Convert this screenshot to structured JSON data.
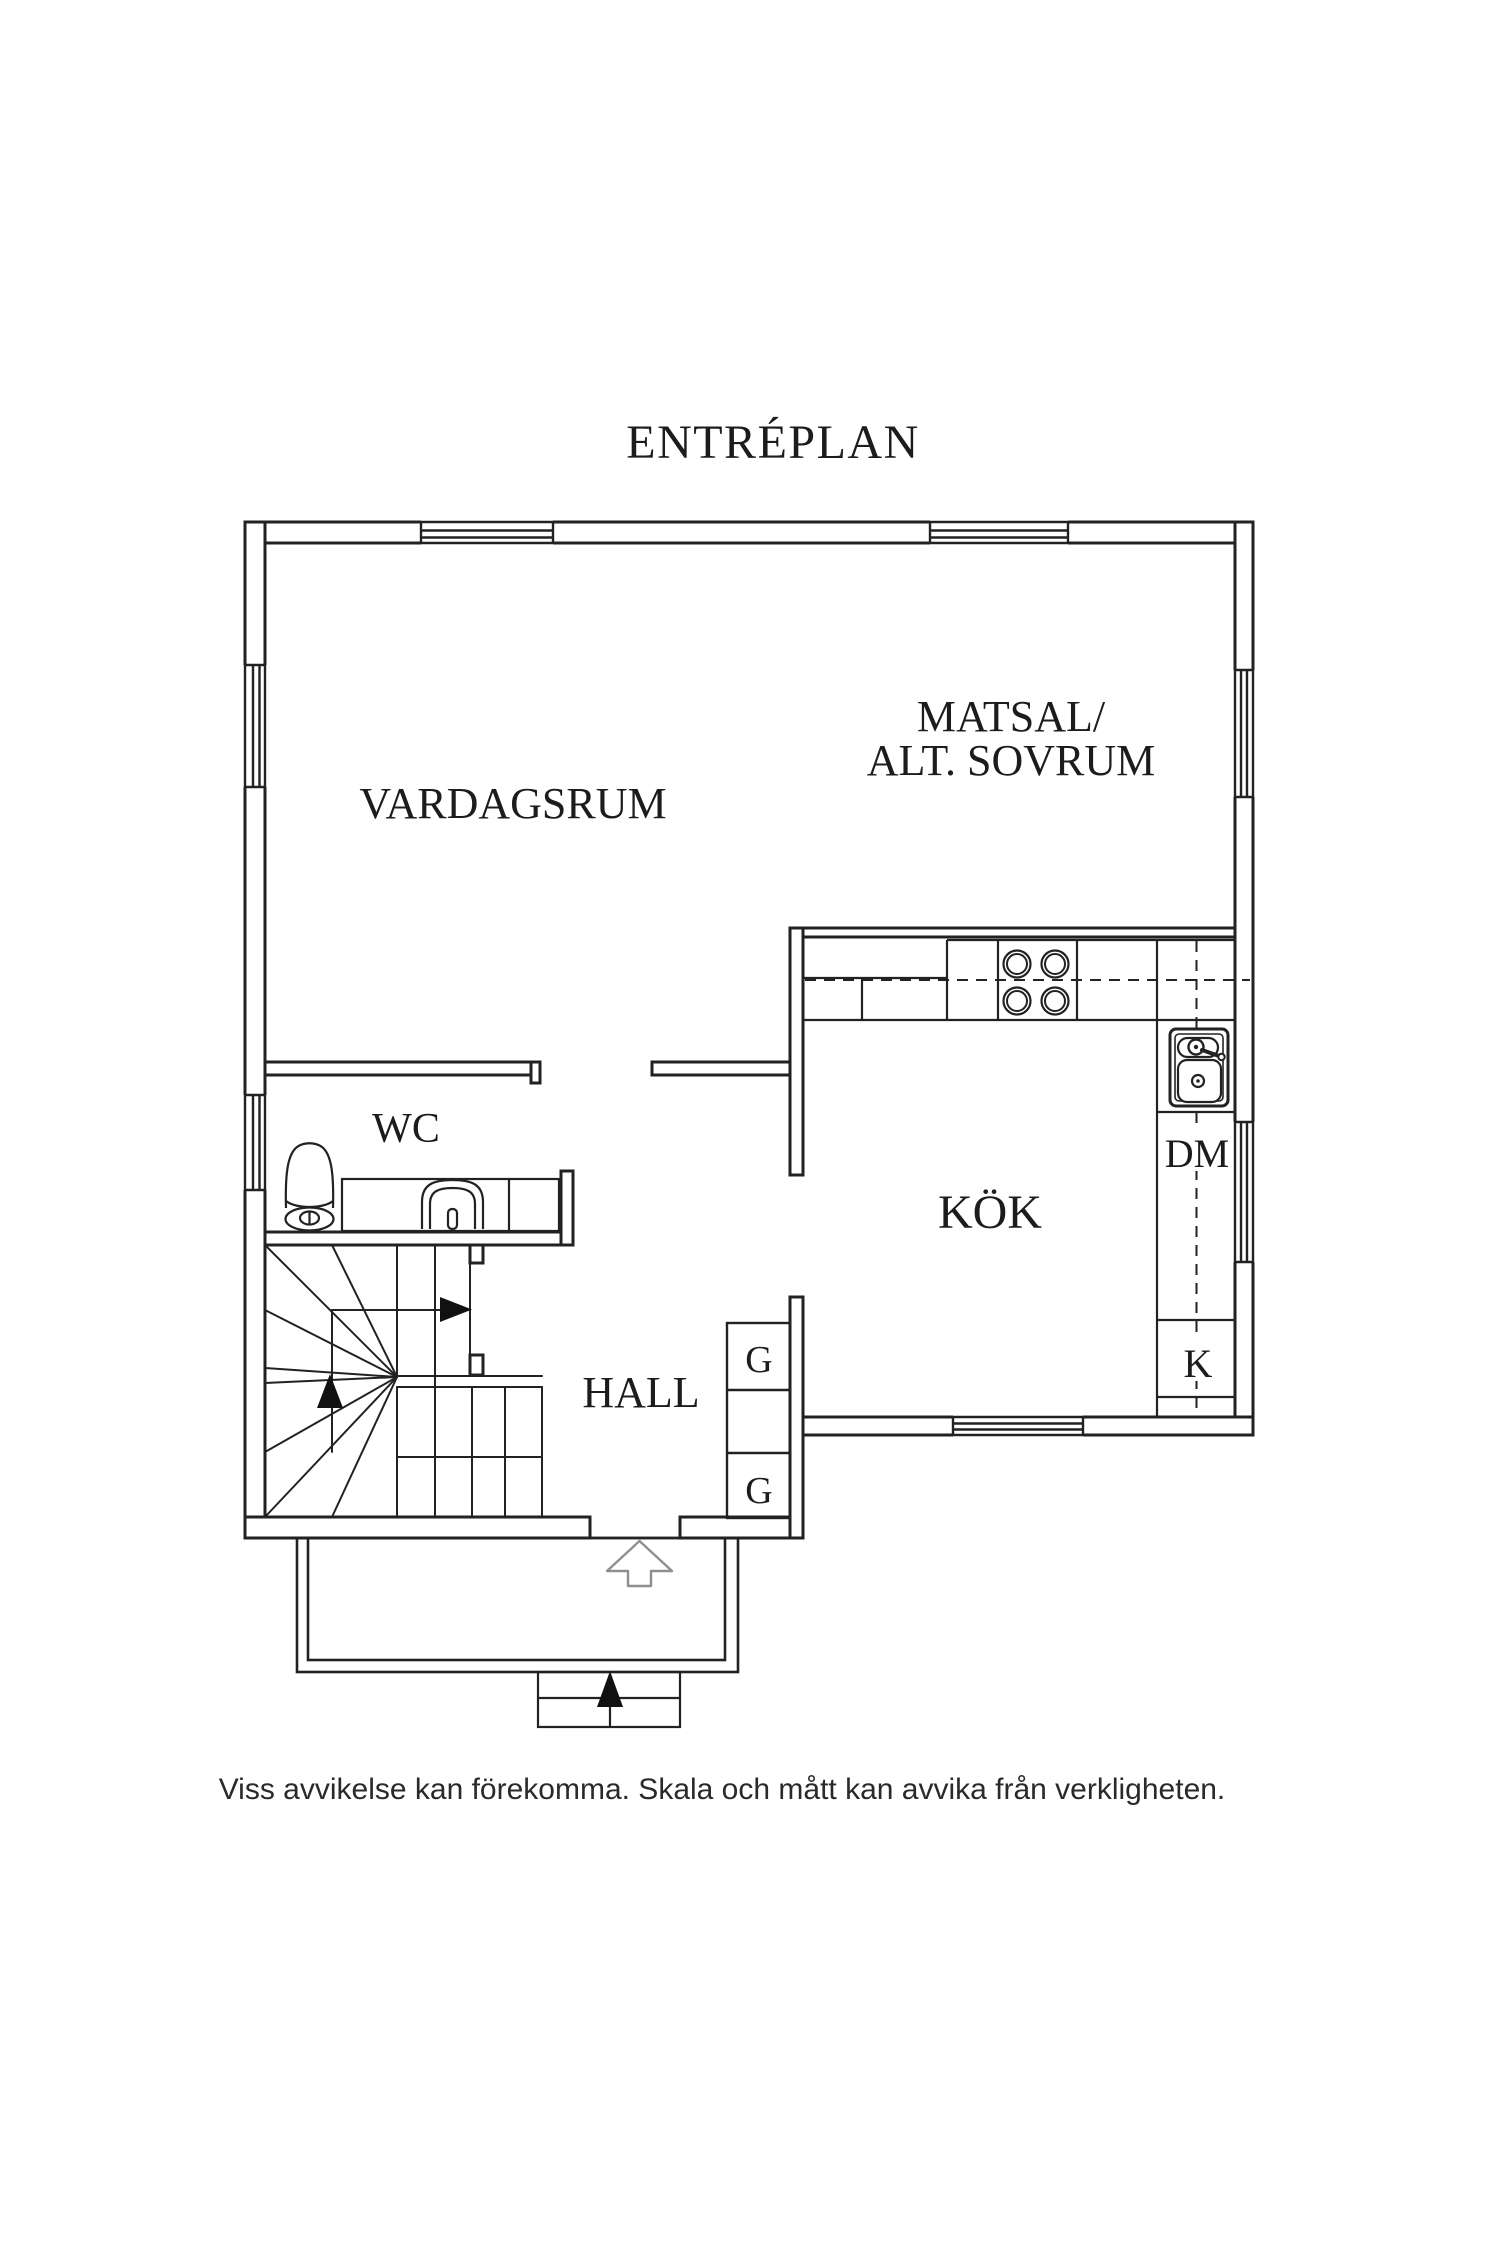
{
  "page": {
    "background": "#ffffff",
    "line_color": "#222222",
    "door_arrow_color": "#8f8f8f"
  },
  "title": "ENTRÉPLAN",
  "plan": {
    "rooms": {
      "living_room": "VARDAGSRUM",
      "dining_line1": "MATSAL/",
      "dining_line2": "ALT. SOVRUM",
      "wc": "WC",
      "kitchen": "KÖK",
      "hall": "HALL"
    },
    "fixtures": {
      "dishwasher": "DM",
      "fridge": "K",
      "wardrobe_upper": "G",
      "wardrobe_lower": "G"
    }
  },
  "footer": {
    "disclaimer": "Viss avvikelse kan förekomma. Skala och mått kan avvika från verkligheten."
  }
}
